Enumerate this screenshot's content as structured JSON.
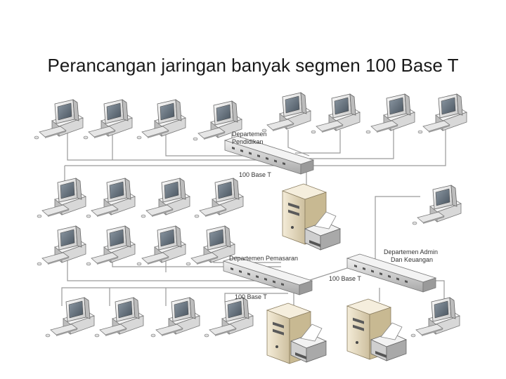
{
  "slide": {
    "title": "Perancangan jaringan banyak segmen 100 Base T"
  },
  "labels": {
    "dept_pendidikan_1": "Departemen",
    "dept_pendidikan_2": "Pendidikan",
    "base_t_1": "100 Base T",
    "dept_pemasaran": "Departemen Pemasaran",
    "dept_admin_1": "Departemen Admin",
    "dept_admin_2": "Dan Keuangan",
    "base_t_2": "100 Base T",
    "base_t_3": "100 Base T"
  },
  "icons": {
    "workstation": "desktop-computer-icon",
    "switch": "network-switch-icon",
    "server": "server-tower-icon",
    "printer": "printer-icon"
  },
  "colors": {
    "wire": "#9a9a9a",
    "monitor": "#e8e8e8",
    "screen": "#6c7a86",
    "server": "#eadfc6",
    "switch": "#d9d9d9"
  }
}
